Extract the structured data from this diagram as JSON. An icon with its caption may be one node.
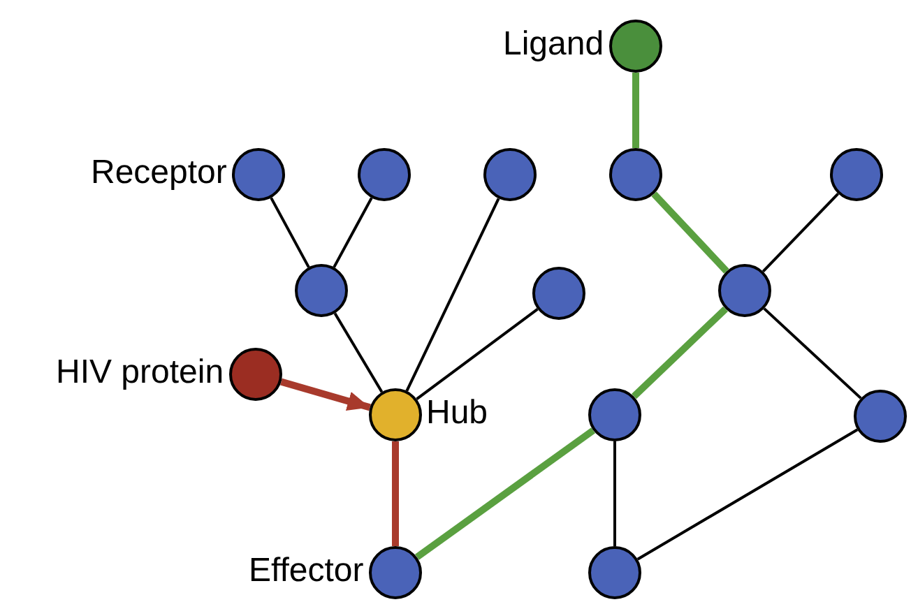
{
  "diagram": {
    "nodes": [
      {
        "text": [],
        "shape": "circle",
        "beside": [
          "Ligand"
        ]
      },
      {
        "text": [],
        "shape": "circle",
        "beside": [
          "Receptor"
        ]
      },
      {
        "text": [],
        "shape": "circle"
      },
      {
        "text": [],
        "shape": "circle"
      },
      {
        "text": [],
        "shape": "circle"
      },
      {
        "text": [],
        "shape": "circle"
      },
      {
        "text": [],
        "shape": "circle"
      },
      {
        "text": [],
        "shape": "circle"
      },
      {
        "text": [],
        "shape": "circle"
      },
      {
        "text": [],
        "shape": "circle",
        "beside": [
          "HIV protein"
        ]
      },
      {
        "text": [],
        "shape": "circle",
        "beside": [
          "Hub"
        ]
      },
      {
        "text": [],
        "shape": "circle"
      },
      {
        "text": [],
        "shape": "circle"
      },
      {
        "text": [],
        "shape": "circle",
        "beside": [
          "Effector"
        ]
      },
      {
        "text": [],
        "shape": "circle"
      }
    ],
    "edges": [
      {
        "from": 0,
        "to": 4,
        "arrow": "none",
        "style": "thick",
        "color": "#5aa040"
      },
      {
        "from": 4,
        "to": 8,
        "arrow": "none",
        "style": "thick",
        "color": "#5aa040"
      },
      {
        "from": 5,
        "to": 8,
        "arrow": "none"
      },
      {
        "from": 1,
        "to": 6,
        "arrow": "none"
      },
      {
        "from": 2,
        "to": 6,
        "arrow": "none"
      },
      {
        "from": 6,
        "to": 10,
        "arrow": "none"
      },
      {
        "from": 3,
        "to": 10,
        "arrow": "none"
      },
      {
        "from": 7,
        "to": 10,
        "arrow": "none"
      },
      {
        "from": 8,
        "to": 11,
        "arrow": "none",
        "style": "thick",
        "color": "#5aa040"
      },
      {
        "from": 8,
        "to": 12,
        "arrow": "none"
      },
      {
        "from": 9,
        "to": 10,
        "arrow": "to",
        "style": "thick",
        "color": "#a83a2c"
      },
      {
        "from": 10,
        "to": 13,
        "arrow": "none",
        "style": "thick",
        "color": "#a83a2c"
      },
      {
        "from": 11,
        "to": 13,
        "arrow": "none",
        "style": "thick",
        "color": "#5aa040"
      },
      {
        "from": 11,
        "to": 14,
        "arrow": "none"
      },
      {
        "from": 12,
        "to": 14,
        "arrow": "none"
      }
    ]
  }
}
